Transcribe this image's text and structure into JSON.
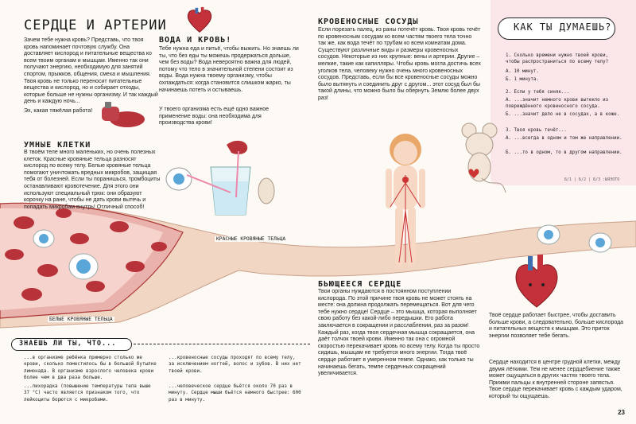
{
  "section1": {
    "title": "СЕРДЦЕ И АРТЕРИИ",
    "body": "Зачем тебе нужна кровь? Представь, что твоя кровь напоминает почтовую службу. Она доставляет кислород и питательные вещества ко всем твоим органам и мышцам. Именно так они получают энергию, необходимую для занятий спортом, прыжков, общения, смеха и мышления. Твоя кровь не только переносит питательные вещества и кислород, но и собирает отходы, которые больше не нужны организму. И так каждый день и каждую ночь...",
    "exclaim": "Эх, какая тяжёлая работа!"
  },
  "section2": {
    "title": "ВОДА И КРОВЬ!",
    "body": "Тебе нужна еда и питьё, чтобы выжить. Но знаешь ли ты, что без еды ты можешь продержаться дольше, чем без воды? Вода невероятно важна для людей, потому что тело в значительной степени состоит из воды. Вода нужна твоему организму, чтобы охлаждаться: когда становится слишком жарко, ты начинаешь потеть и остываешь.",
    "extra": "У твоего организма есть ещё одно важное применение воды: она необходима для производства крови!"
  },
  "section3": {
    "title": "УМНЫЕ КЛЕТКИ",
    "body": "В твоём теле много маленьких, но очень полезных клеток. Красные кровяные тельца разносят кислород по всему телу. Белые кровяные тельца помогают уничтожать вредных микробов, защищая тебя от болезней. Если ты поранишься, тромбоциты останавливают кровотечение. Для этого они используют специальный трюк: они образуют корочку на ране, чтобы не дать крови вытечь и попадать микробам внутрь! Отличный способ!"
  },
  "section4": {
    "title": "КРОВЕНОСНЫЕ СОСУДЫ",
    "body": "Если порезать палец, из раны потечёт кровь. Твоя кровь течёт по кровеносным сосудам ко всем частям твоего тела точно так же, как вода течёт по трубам ко всем комнатам дома. Существуют различные виды и размеры кровеносных сосудов. Некоторые из них крупные: вены и артерии. Другие – мелкие, такие как капилляры. Чтобы кровь могла достичь всех уголков тела, человеку нужно очень много кровеносных сосудов. Представь, если бы все кровеносные сосуды можно было вытянуть и соединить друг с другом... этот сосуд был бы такой длины, что можно было бы обернуть Землю более двух раз!"
  },
  "quiz": {
    "title": "КАК ТЫ ДУМАЕШЬ?",
    "q1": "1. Сколько времени нужно твоей крови, чтобы распространиться по всему телу?",
    "q1a": "А. 10 минут.",
    "q1b": "Б. 1 минута.",
    "q2": "2. Если у тебя синяк...",
    "q2a": "А. ...значит немного крови вытекло из повреждённого кровеносного сосуда.",
    "q2b": "Б. ...значит дело не в сосудах, а в коже.",
    "q3": "3. Твоя кровь течёт...",
    "q3a": "А. ...всегда в одном и том же направлении.",
    "q3b": "Б. ...то в одном, то в другом направлении.",
    "answers": "Б/1 | Б/2 | Б/3 :ЫЯЭОТО"
  },
  "labels": {
    "red": "КРАСНЫЕ КРОВЯНЫЕ ТЕЛЬЦА",
    "white": "БЕЛЫЕ КРОВЯНЫЕ ТЕЛЬЦА",
    "heartbeat": "БЬЮЩЕЕСЯ СЕРДЦЕ"
  },
  "section5": {
    "body": "Твои органы нуждаются в постоянном поступлении кислорода. По этой причине твоя кровь не может стоять на месте: она должна продолжать перемещаться. Вот для чего тебе нужно сердце! Сердце – это мышца, которая выполняет свою работу без какой-либо передышки. Его работа заключается в сокращении и расслаблении, раз за разом! Каждый раз, когда твоя сердечная мышца сокращается, она даёт толчок твоей крови. Именно так она с огромной скоростью перекачивает кровь по всему телу. Когда ты просто сидишь, мышцам не требуется много энергии. Тогда твоё сердце работает в умеренном темпе. Однако, как только ты начинаешь бегать, темпе сердечных сокращений увеличивается."
  },
  "section6": {
    "body1": "Твоё сердце работает быстрее, чтобы доставить больше крови, а следовательно, больше кислорода и питательных веществ к мышцам. Это приток энергии позволяет тебе бегать.",
    "body2": "Сердце находится в центре грудной клетки, между двумя лёгкими. Тем не менее сердцебиение также может ощущаться в других частях твоего тела. Прижми пальцы к внутренней стороне запястья. Твое сердце перекачивает кровь с каждым ударом, который ты ощущаешь."
  },
  "facts": {
    "title": "ЗНАЕШЬ ЛИ ТЫ, ЧТО...",
    "f1": "...в организме ребёнка примерно столько же крови, сколько поместилось бы в большой бутылке лимонада. В организме взрослого человека крови более чем в два раза больше.",
    "f2": "...лихорадка (повышение температуры тела выше 37 °C) часто является признаком того, что лейкоциты борются с микробами.",
    "f3": "...кровеносные сосуды проходят по всему телу, за исключением ногтей, волос и зубов. В них нет твоей крови.",
    "f4": "...человеческое сердце бьётся около 70 раз в минуту. Сердце мыши бьётся намного быстрее: 600 раз в минуту."
  },
  "page_number": "23",
  "colors": {
    "blood": "#b8323a",
    "vessel": "#eec3bc",
    "pink_box": "#fbe6ea",
    "cell_blue": "#5aa6d8"
  }
}
